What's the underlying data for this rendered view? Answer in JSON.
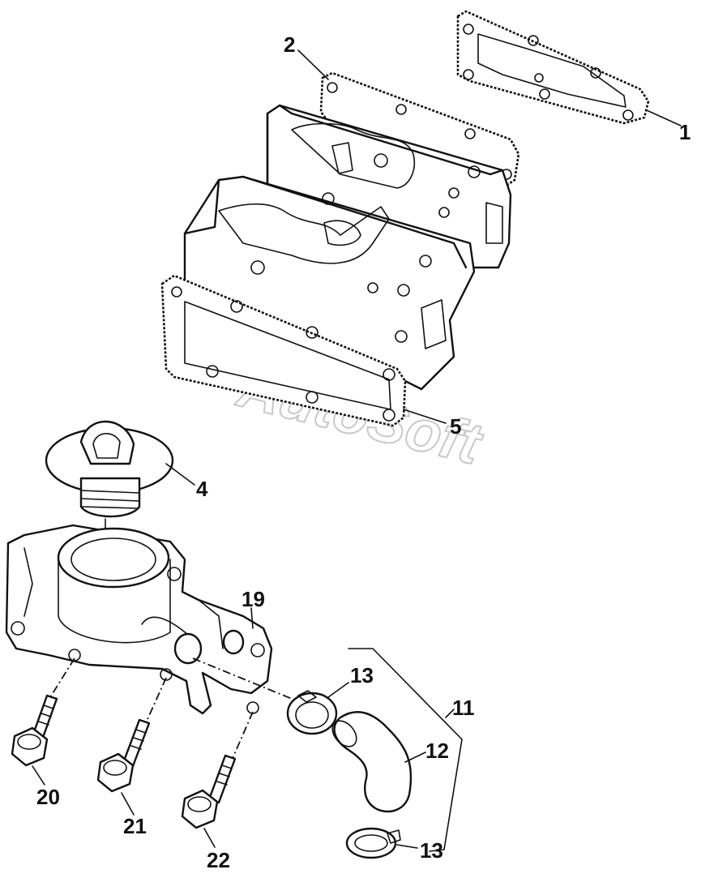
{
  "watermark": "AutoSoft",
  "callouts": {
    "c1": "1",
    "c2": "2",
    "c4": "4",
    "c5": "5",
    "c11": "11",
    "c12": "12",
    "c13a": "13",
    "c13b": "13",
    "c19": "19",
    "c20": "20",
    "c21": "21",
    "c22": "22"
  }
}
